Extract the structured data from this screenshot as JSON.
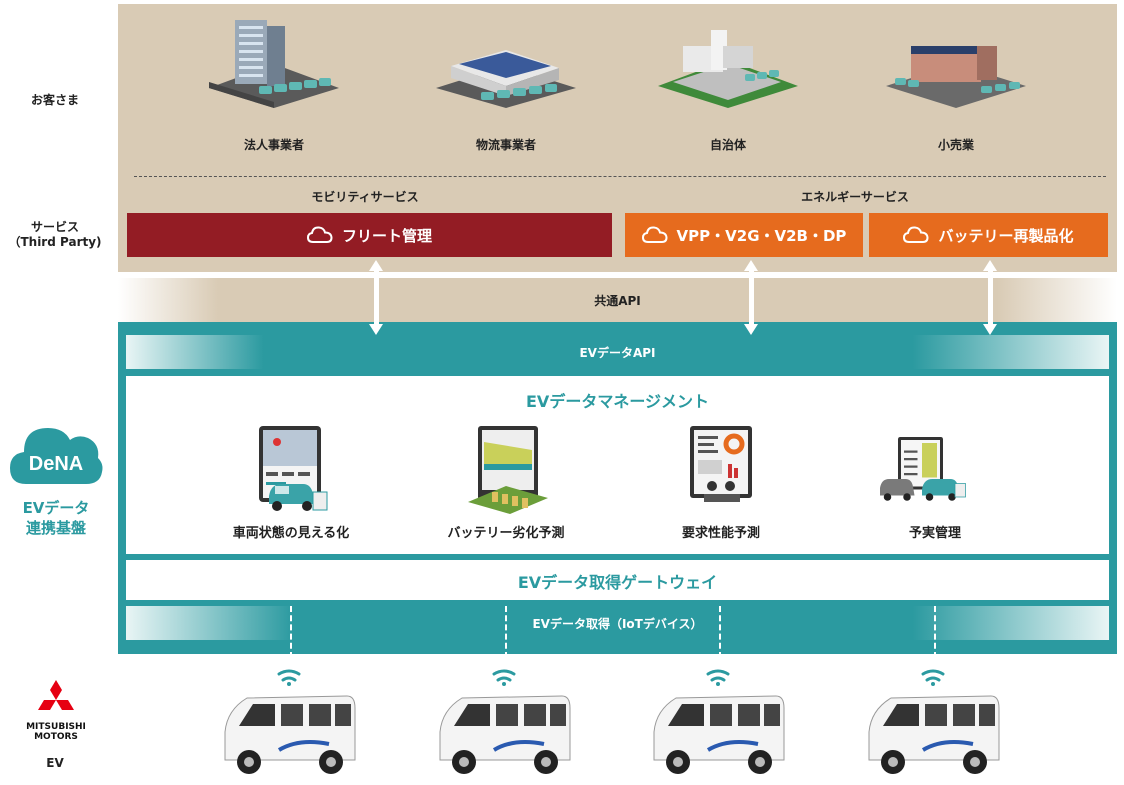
{
  "side_labels": {
    "customers": "お客さま",
    "service": "サービス",
    "service_sub": "（Third Party)",
    "platform_line1": "EVデータ",
    "platform_line2": "連携基盤",
    "ev": "EV"
  },
  "logos": {
    "dena": "DeNA",
    "mitsubishi_line1": "MITSUBISHI",
    "mitsubishi_line2": "MOTORS"
  },
  "customers": [
    "法人事業者",
    "物流事業者",
    "自治体",
    "小売業"
  ],
  "service_categories": {
    "mobility": "モビリティサービス",
    "energy": "エネルギーサービス"
  },
  "services": {
    "fleet": "フリート管理",
    "vpp": "VPP・V2G・V2B・DP",
    "battery": "バッテリー再製品化"
  },
  "api": {
    "common": "共通API",
    "ev_data": "EVデータAPI"
  },
  "management": {
    "title": "EVデータマネージメント",
    "features": [
      "車両状態の見える化",
      "バッテリー劣化予測",
      "要求性能予測",
      "予実管理"
    ]
  },
  "gateway": "EVデータ取得ゲートウェイ",
  "acquisition": "EVデータ取得（IoTデバイス）",
  "colors": {
    "customer_bg": "#d9cbb5",
    "fleet": "#931c24",
    "energy": "#e66b1e",
    "teal": "#2b9aa0"
  },
  "icons": [
    "cloud-icon",
    "office-building-icon",
    "warehouse-icon",
    "city-hall-icon",
    "store-icon",
    "tablet-map-icon",
    "battery-chart-icon",
    "analytics-icon",
    "planning-icon",
    "ev-van-icon",
    "wifi-icon",
    "dena-logo",
    "mitsubishi-logo"
  ]
}
